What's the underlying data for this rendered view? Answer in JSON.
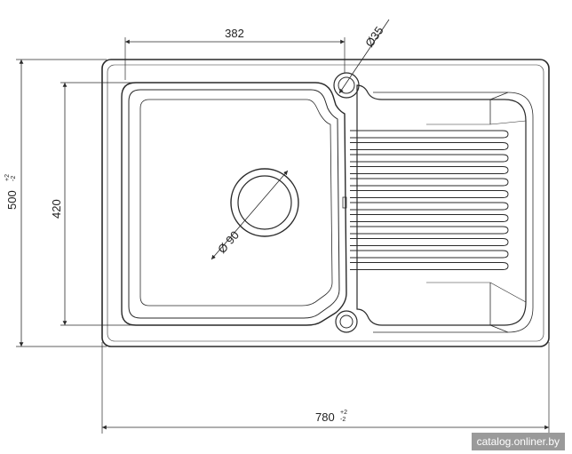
{
  "drawing": {
    "dim_width_bowl": "382",
    "dim_hole_small": "Ø35",
    "dim_drain": "Ø 90",
    "dim_bowl_height": "420",
    "dim_total_height": "500",
    "dim_total_height_tol_plus": "+2",
    "dim_total_height_tol_minus": "-2",
    "dim_total_width": "780",
    "dim_total_width_tol_plus": "+2",
    "dim_total_width_tol_minus": "-2"
  },
  "watermark": "catalog.onliner.by"
}
